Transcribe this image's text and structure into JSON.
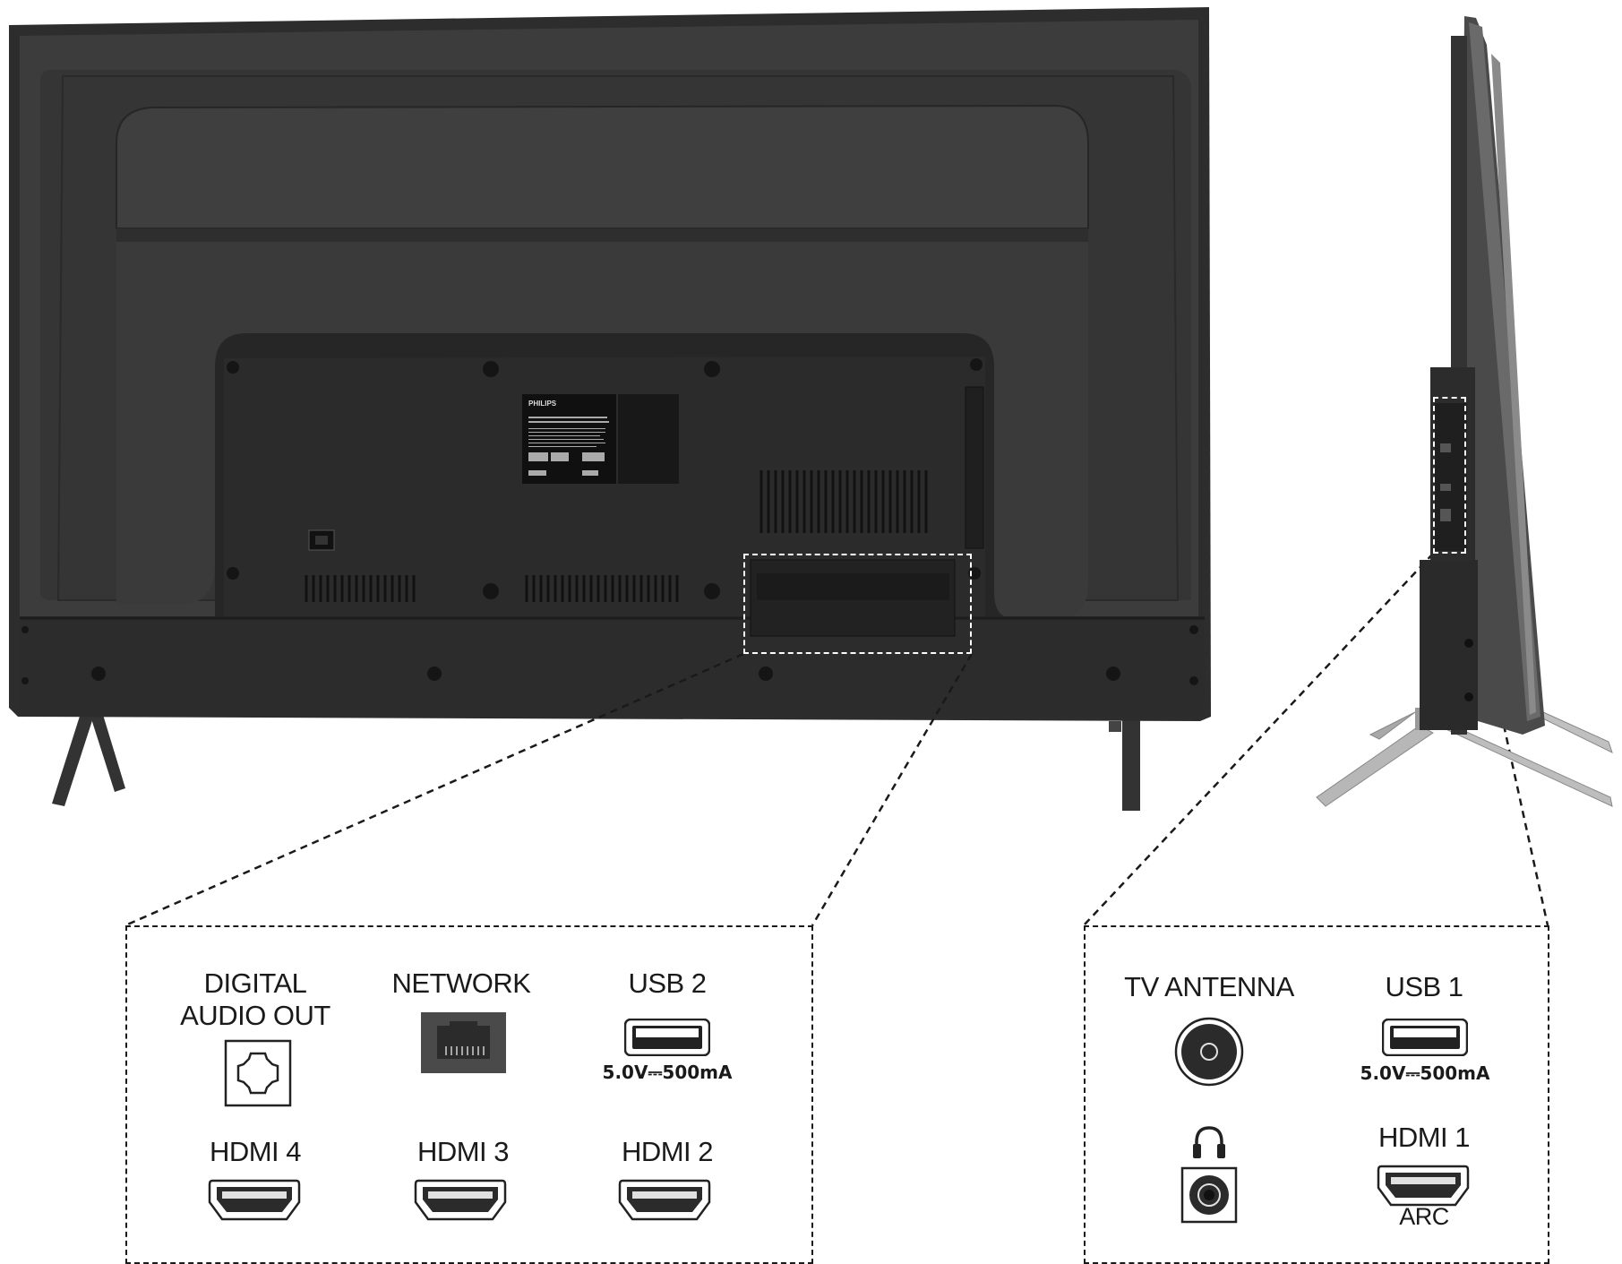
{
  "brand": "PHILIPS",
  "left_panel": {
    "digital_audio_out": "DIGITAL\nAUDIO OUT",
    "network": "NETWORK",
    "usb2": "USB 2",
    "usb2_rating": "5.0V⎓500mA",
    "hdmi4": "HDMI 4",
    "hdmi3": "HDMI 3",
    "hdmi2": "HDMI 2"
  },
  "right_panel": {
    "tv_antenna": "TV ANTENNA",
    "usb1": "USB 1",
    "usb1_rating": "5.0V⎓500mA",
    "hdmi1": "HDMI 1",
    "hdmi1_sub": "ARC"
  },
  "icons": {
    "optical": "optical-port-icon",
    "ethernet": "ethernet-port-icon",
    "usb": "usb-port-icon",
    "hdmi": "hdmi-port-icon",
    "antenna": "antenna-port-icon",
    "headphones": "headphones-icon",
    "audio_jack": "audio-jack-icon"
  },
  "colors": {
    "tv_body": "#3a3a3a",
    "tv_dark": "#2a2a2a",
    "stand": "#b7b7b7"
  }
}
